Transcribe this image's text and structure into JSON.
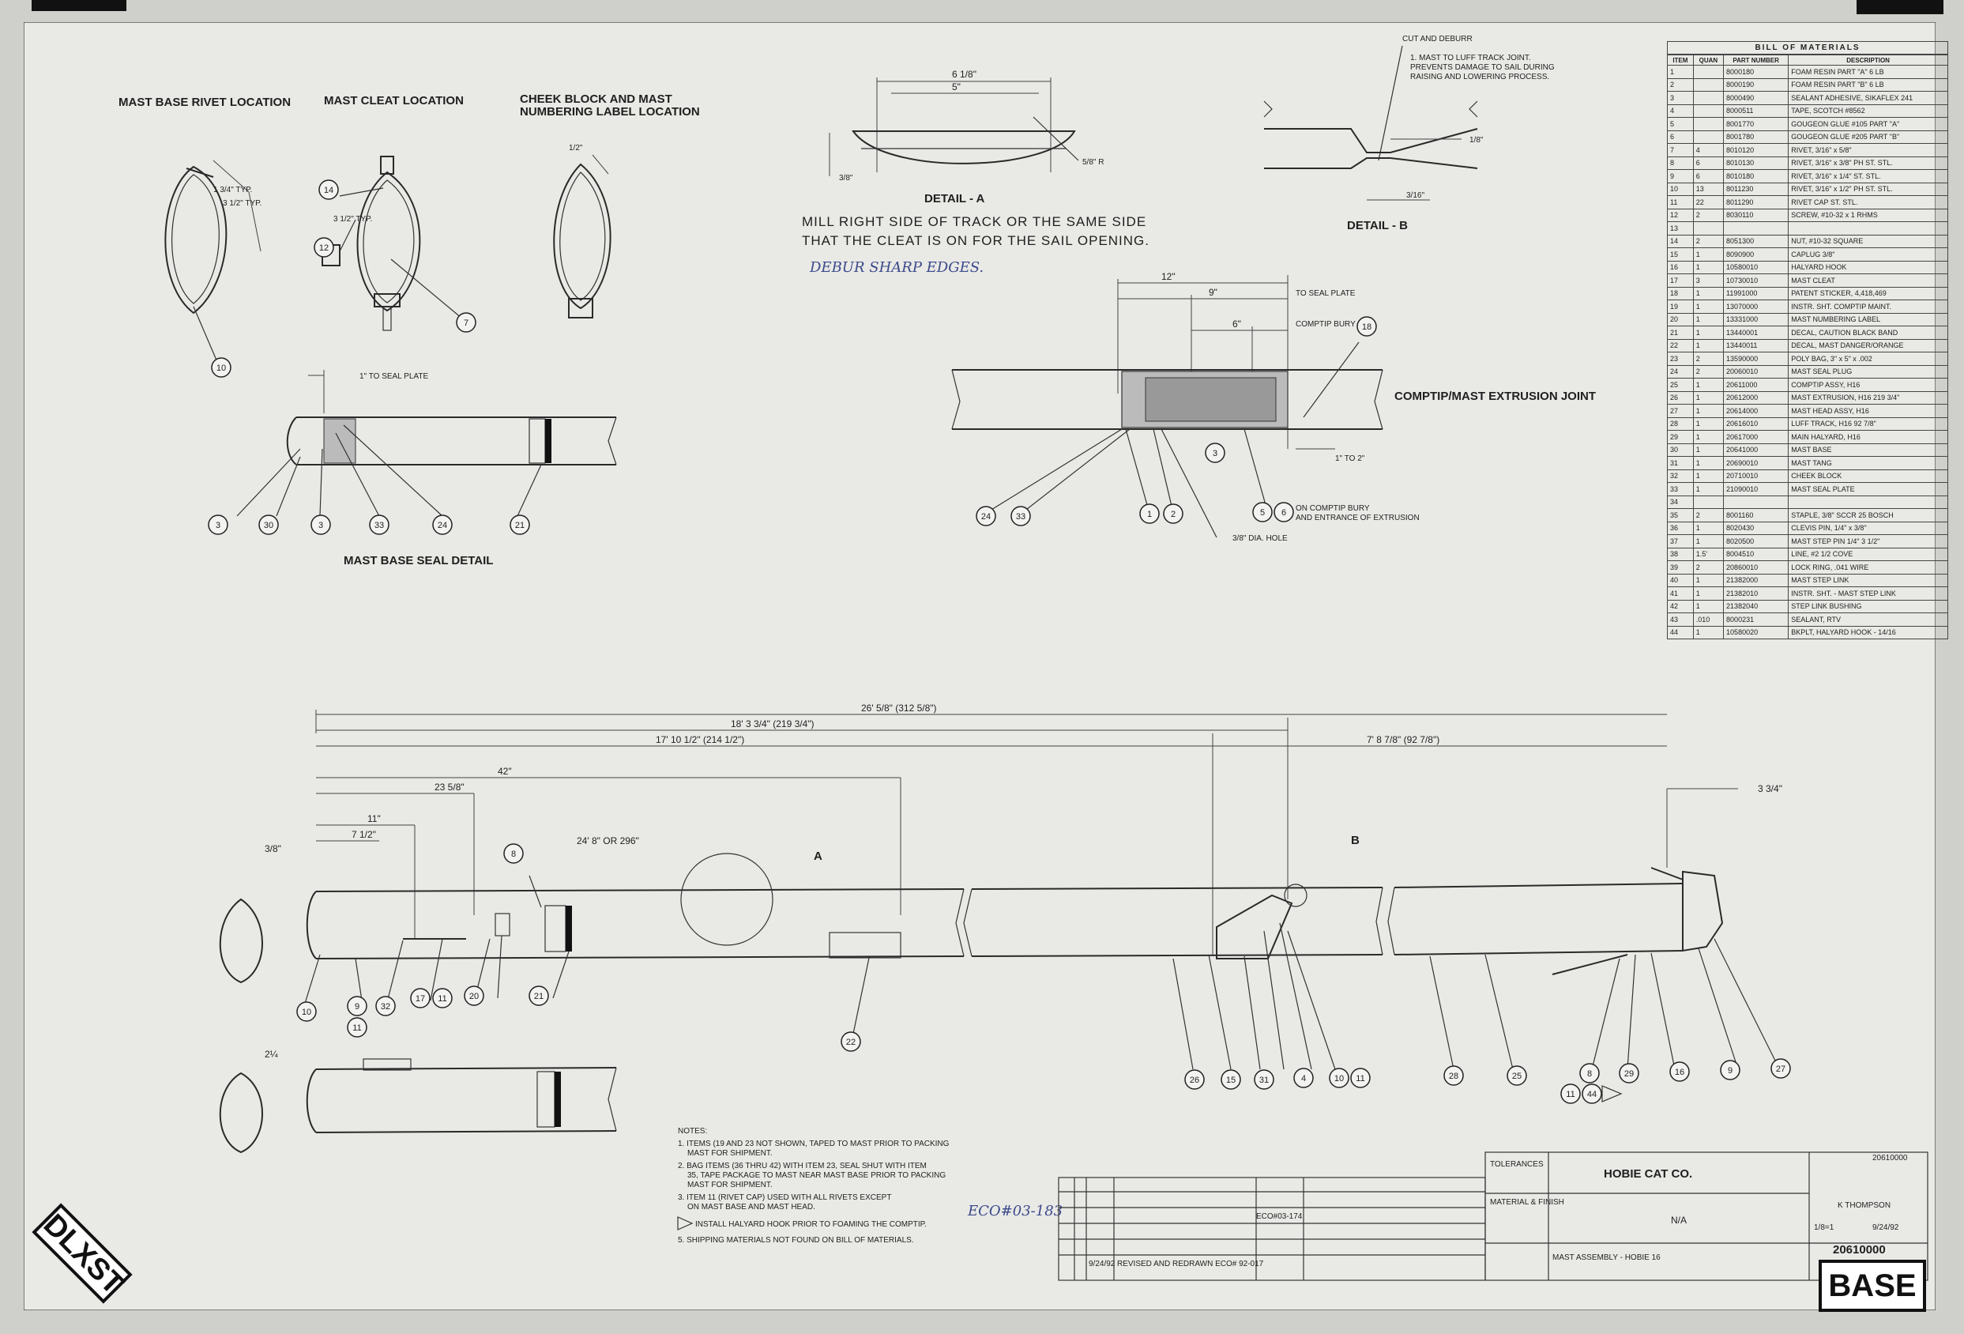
{
  "views": {
    "rivet_location": "MAST BASE RIVET LOCATION",
    "cleat_location": "MAST CLEAT LOCATION",
    "cheek_block_1": "CHEEK BLOCK AND MAST",
    "cheek_block_2": "NUMBERING LABEL LOCATION",
    "detail_a": "DETAIL - A",
    "detail_b": "DETAIL - B",
    "seal_detail": "MAST BASE SEAL DETAIL",
    "comptip_joint": "COMPTIP/MAST EXTRUSION JOINT"
  },
  "dims": {
    "d_1_3_4_typ": "1 3/4\" TYP.",
    "d_3_1_2_typ": "3 1/2\" TYP.",
    "d_3_1_2_typ_b": "3 1/2\" TYP.",
    "d_1_2": "1/2\"",
    "d_6_1_8": "6 1/8\"",
    "d_5": "5\"",
    "d_3_8": "3/8\"",
    "d_5_8_r": "5/8\" R",
    "d_1_8": "1/8\"",
    "d_3_16": "3/16\"",
    "d_12": "12\"",
    "d_9": "9\"",
    "d_6": "6\"",
    "to_seal_plate": "TO SEAL PLATE",
    "comptip_bury": "COMPTIP BURY",
    "d_1_to_2": "1\" TO 2\"",
    "one_to_seal_plate": "1\" TO SEAL PLATE",
    "dia_hole": "3/8\" DIA. HOLE",
    "on_comptip_1": "ON COMPTIP BURY",
    "on_comptip_2": "AND ENTRANCE OF EXTRUSION",
    "cut_deburr": "CUT AND DEBURR",
    "luff_1": "1. MAST TO LUFF TRACK JOINT.",
    "luff_2": "PREVENTS DAMAGE TO SAIL DURING",
    "luff_3": "RAISING AND LOWERING PROCESS.",
    "overall": "26' 5/8\" (312 5/8\")",
    "d_18": "18' 3 3/4\" (219 3/4\")",
    "d_17": "17' 10 1/2\" (214 1/2\")",
    "d_7": "7' 8 7/8\" (92 7/8\")",
    "d_42": "42\"",
    "d_23": "23 5/8\"",
    "d_11": "11\"",
    "d_7_1_2": "7 1/2\"",
    "d_3_8_b": "3/8\"",
    "d_24": "24' 8\" OR 296\"",
    "d_3_3_4": "3 3/4\"",
    "d_2_1_4": "2¼",
    "label_a": "A",
    "label_b": "B"
  },
  "mill_note": {
    "line1": "MILL RIGHT SIDE OF TRACK OR THE SAME SIDE",
    "line2": "THAT THE CLEAT IS ON FOR THE SAIL OPENING.",
    "handwritten": "DEBUR  SHARP EDGES."
  },
  "balloons": {
    "rivet": [
      "10"
    ],
    "cleat": [
      "14",
      "12",
      "7"
    ],
    "seal": [
      "3",
      "30",
      "3",
      "33",
      "24",
      "21"
    ],
    "joint": [
      "18",
      "3",
      "24",
      "33",
      "1",
      "2",
      "5",
      "6"
    ],
    "main_top": [
      "8"
    ],
    "main_bottom": [
      "10",
      "9",
      "32",
      "17",
      "11",
      "20",
      "21",
      "11",
      "22",
      "26",
      "15",
      "31",
      "4",
      "10",
      "11",
      "28",
      "25",
      "8",
      "29",
      "16",
      "9",
      "27",
      "11",
      "44"
    ]
  },
  "notes": {
    "header": "NOTES:",
    "n1": "1. ITEMS (19 AND 23 NOT SHOWN, TAPED TO MAST PRIOR TO PACKING",
    "n1b": "MAST FOR SHIPMENT.",
    "n2": "2. BAG ITEMS (36 THRU 42) WITH ITEM 23, SEAL SHUT WITH ITEM",
    "n2b": "35, TAPE PACKAGE TO MAST NEAR MAST BASE PRIOR TO PACKING",
    "n2c": "MAST FOR SHIPMENT.",
    "n3": "3. ITEM 11 (RIVET CAP) USED WITH ALL RIVETS EXCEPT",
    "n3b": "ON MAST BASE AND MAST HEAD.",
    "n4": "INSTALL HALYARD HOOK PRIOR TO FOAMING THE COMPTIP.",
    "n5": "5. SHIPPING MATERIALS NOT FOUND ON BILL OF MATERIALS.",
    "eco": "ECO#03-183"
  },
  "title_block": {
    "company": "HOBIE CAT CO.",
    "drawing_title": "MAST ASSEMBLY - HOBIE 16",
    "dwg_no": "20610000",
    "cad_no": "20610000",
    "material": "N/A",
    "material_label": "MATERIAL & FINISH",
    "tolerances": "TOLERANCES",
    "drawn_by": "K THOMPSON",
    "scale": "1/8=1",
    "date": "9/24/92",
    "eco_174": "ECO#03-174",
    "rev_text": "REVISED AND REDRAWN ECO# 92-017",
    "rev_date": "9/24/92"
  },
  "bom": {
    "title": "BILL OF MATERIALS",
    "headers": [
      "ITEM",
      "QUAN",
      "PART NUMBER",
      "DESCRIPTION"
    ],
    "rows": [
      [
        "1",
        "",
        "8000180",
        "FOAM RESIN PART \"A\" 6 LB"
      ],
      [
        "2",
        "",
        "8000190",
        "FOAM RESIN PART \"B\" 6 LB"
      ],
      [
        "3",
        "",
        "8000490",
        "SEALANT ADHESIVE, SIKAFLEX 241"
      ],
      [
        "4",
        "",
        "8000511",
        "TAPE, SCOTCH #8562"
      ],
      [
        "5",
        "",
        "8001770",
        "GOUGEON GLUE #105 PART \"A\""
      ],
      [
        "6",
        "",
        "8001780",
        "GOUGEON GLUE #205 PART \"B\""
      ],
      [
        "7",
        "4",
        "8010120",
        "RIVET, 3/16\" x 5/8\""
      ],
      [
        "8",
        "6",
        "8010130",
        "RIVET, 3/16\" x 3/8\" PH ST. STL."
      ],
      [
        "9",
        "6",
        "8010180",
        "RIVET, 3/16\" x 1/4\" ST. STL."
      ],
      [
        "10",
        "13",
        "8011230",
        "RIVET, 3/16\" x 1/2\" PH ST. STL."
      ],
      [
        "11",
        "22",
        "8011290",
        "RIVET CAP ST. STL."
      ],
      [
        "12",
        "2",
        "8030110",
        "SCREW, #10-32 x 1 RHMS"
      ],
      [
        "13",
        "",
        "",
        ""
      ],
      [
        "14",
        "2",
        "8051300",
        "NUT, #10-32 SQUARE"
      ],
      [
        "15",
        "1",
        "8090900",
        "CAPLUG 3/8\""
      ],
      [
        "16",
        "1",
        "10580010",
        "HALYARD HOOK"
      ],
      [
        "17",
        "3",
        "10730010",
        "MAST CLEAT"
      ],
      [
        "18",
        "1",
        "11991000",
        "PATENT STICKER, 4,418,469"
      ],
      [
        "19",
        "1",
        "13070000",
        "INSTR. SHT. COMPTIP MAINT."
      ],
      [
        "20",
        "1",
        "13331000",
        "MAST NUMBERING LABEL"
      ],
      [
        "21",
        "1",
        "13440001",
        "DECAL, CAUTION BLACK BAND"
      ],
      [
        "22",
        "1",
        "13440011",
        "DECAL, MAST DANGER/ORANGE"
      ],
      [
        "23",
        "2",
        "13590000",
        "POLY BAG, 3\" x 5\" x .002"
      ],
      [
        "24",
        "2",
        "20060010",
        "MAST SEAL PLUG"
      ],
      [
        "25",
        "1",
        "20611000",
        "COMPTIP ASSY, H16"
      ],
      [
        "26",
        "1",
        "20612000",
        "MAST EXTRUSION, H16 219 3/4\""
      ],
      [
        "27",
        "1",
        "20614000",
        "MAST HEAD ASSY, H16"
      ],
      [
        "28",
        "1",
        "20616010",
        "LUFF TRACK, H16 92 7/8\""
      ],
      [
        "29",
        "1",
        "20617000",
        "MAIN HALYARD, H16"
      ],
      [
        "30",
        "1",
        "20641000",
        "MAST BASE"
      ],
      [
        "31",
        "1",
        "20690010",
        "MAST TANG"
      ],
      [
        "32",
        "1",
        "20710010",
        "CHEEK BLOCK"
      ],
      [
        "33",
        "1",
        "21090010",
        "MAST SEAL PLATE"
      ],
      [
        "34",
        "",
        "",
        ""
      ],
      [
        "35",
        "2",
        "8001160",
        "STAPLE, 3/8\" SCCR 25 BOSCH"
      ],
      [
        "36",
        "1",
        "8020430",
        "CLEVIS PIN, 1/4\" x 3/8\""
      ],
      [
        "37",
        "1",
        "8020500",
        "MAST STEP PIN 1/4\" 3 1/2\""
      ],
      [
        "38",
        "1.5'",
        "8004510",
        "LINE, #2 1/2 COVE"
      ],
      [
        "39",
        "2",
        "20860010",
        "LOCK RING, .041 WIRE"
      ],
      [
        "40",
        "1",
        "21382000",
        "MAST STEP LINK"
      ],
      [
        "41",
        "1",
        "21382010",
        "INSTR. SHT. - MAST STEP LINK"
      ],
      [
        "42",
        "1",
        "21382040",
        "STEP LINK BUSHING"
      ],
      [
        "43",
        ".010",
        "8000231",
        "SEALANT, RTV"
      ],
      [
        "44",
        "1",
        "10580020",
        "BKPLT, HALYARD HOOK - 14/16"
      ]
    ]
  },
  "tags": {
    "base": "BASE",
    "dlxst": "DLXST"
  },
  "colors": {
    "paper": "#e9e9e6",
    "ink": "#2a2a2a",
    "handwriting": "#3b4a8a"
  }
}
